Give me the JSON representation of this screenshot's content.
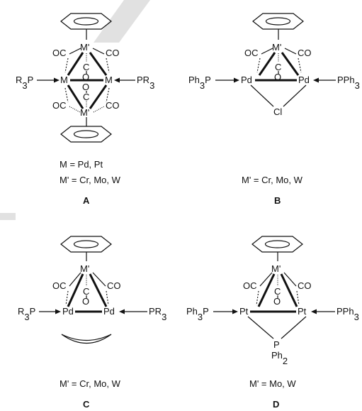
{
  "panels": [
    {
      "id": "A",
      "label": "A",
      "ligand_left": "R3P",
      "ligand_right": "PR3",
      "metal": "M",
      "top_metal": "M'",
      "bottom_metal": "M'",
      "carbonyl_c": "C",
      "carbonyl_o": "O",
      "co_label": "CO",
      "oc_label": "OC",
      "caption_lines": [
        "M = Pd, Pt",
        "M' = Cr, Mo, W"
      ]
    },
    {
      "id": "B",
      "label": "B",
      "ligand_left": "Ph3P",
      "ligand_right": "PPh3",
      "metal": "Pd",
      "top_metal": "M'",
      "bridge": "Cl",
      "carbonyl_c": "C",
      "carbonyl_o": "O",
      "co_label": "CO",
      "oc_label": "OC",
      "caption_lines": [
        "M' = Cr, Mo, W"
      ]
    },
    {
      "id": "C",
      "label": "C",
      "ligand_left": "R3P",
      "ligand_right": "PR3",
      "metal": "Pd",
      "top_metal": "M'",
      "carbonyl_c": "C",
      "carbonyl_o": "O",
      "co_label": "CO",
      "oc_label": "OC",
      "caption_lines": [
        "M' = Cr, Mo, W"
      ]
    },
    {
      "id": "D",
      "label": "D",
      "ligand_left": "Ph3P",
      "ligand_right": "PPh3",
      "metal": "Pt",
      "top_metal": "M'",
      "bridge_p": "P",
      "bridge_ph": "Ph2",
      "carbonyl_c": "C",
      "carbonyl_o": "O",
      "co_label": "CO",
      "oc_label": "OC",
      "caption_lines": [
        "M' = Mo, W"
      ]
    }
  ]
}
